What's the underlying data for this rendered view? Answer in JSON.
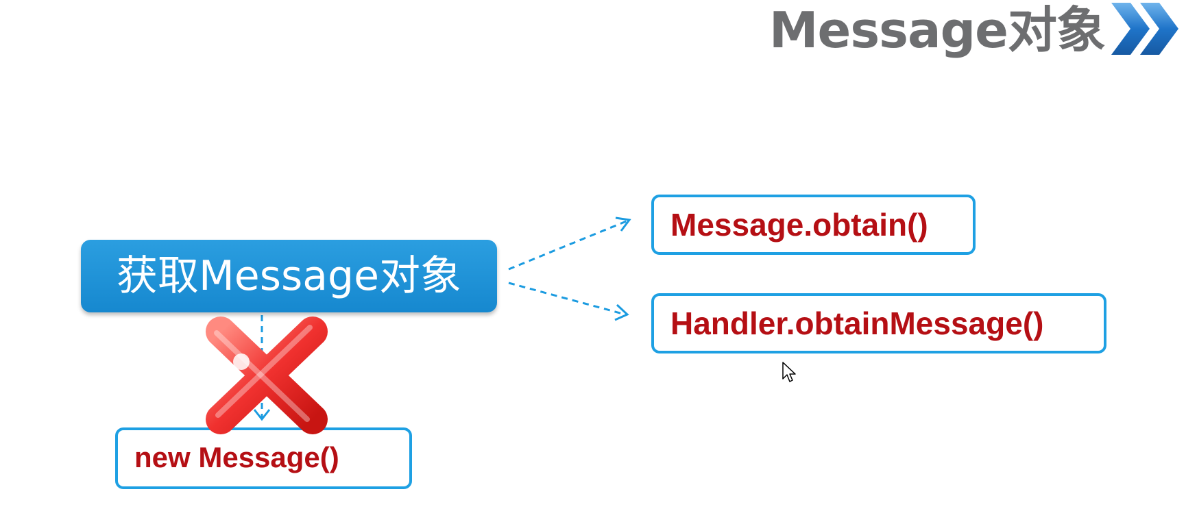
{
  "title": {
    "text": "Message对象"
  },
  "diagram": {
    "source_label": "获取Message对象",
    "targets": [
      {
        "label": "Message.obtain()"
      },
      {
        "label": "Handler.obtainMessage()"
      }
    ],
    "rejected_target": {
      "label": "new Message()"
    }
  },
  "colors": {
    "title_text": "#6d6e70",
    "chevron_blue": "#1f74c9",
    "source_fill": "#1688cf",
    "box_border": "#1ea0e3",
    "method_text": "#b50f14",
    "arrow_dashed": "#1b9be0",
    "cross_red": "#f0312f"
  },
  "icons": {
    "title_decoration": "double-chevron-right-icon",
    "rejected_marker": "red-x-icon",
    "pointer": "mouse-cursor-icon"
  }
}
